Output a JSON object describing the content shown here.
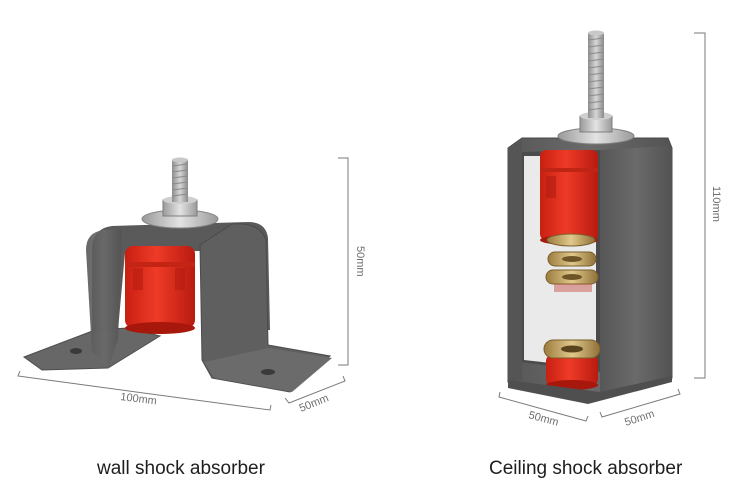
{
  "products": {
    "wall": {
      "caption": "wall shock absorber",
      "dimensions": {
        "width": "100mm",
        "depth": "50mm",
        "height": "50mm"
      }
    },
    "ceiling": {
      "caption": "Ceiling shock absorber",
      "dimensions": {
        "width": "50mm",
        "depth": "50mm",
        "height": "110mm"
      }
    }
  },
  "colors": {
    "bracket": "#626262",
    "rubber": "#e0301e",
    "washer": "#c9a865",
    "bolt": "#b4b4b4",
    "dimension_line": "#7a7a7a"
  }
}
